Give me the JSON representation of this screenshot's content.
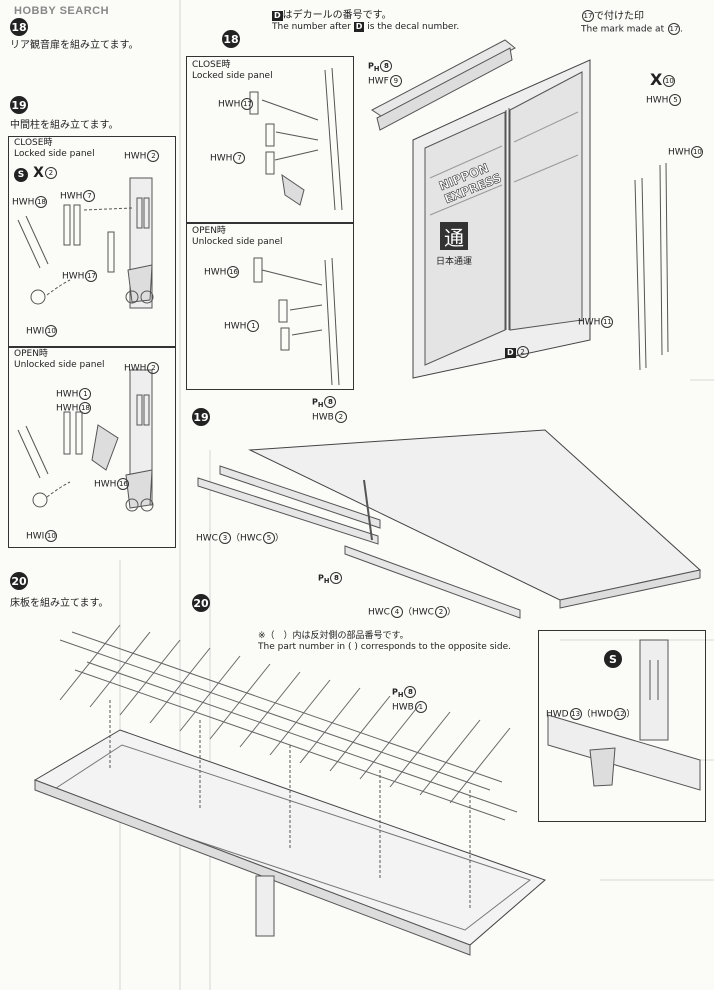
{
  "watermark": {
    "brand": "HOBBY SEARCH"
  },
  "header": {
    "decal_note_jp": "はデカールの番号です。",
    "decal_note_en": "The number after",
    "decal_note_en2": "is the decal number.",
    "decal_letter": "D",
    "mark_jp": "で付けた印",
    "mark_en": "The mark made at",
    "mark_num": "17"
  },
  "step18_left": {
    "num": "18",
    "title": "リア観音扉を組み立てます。"
  },
  "step19_left": {
    "num": "19",
    "title": "中間柱を組み立てます。",
    "close": {
      "label_jp": "CLOSE時",
      "label_en": "Locked side panel"
    },
    "open": {
      "label_jp": "OPEN時",
      "label_en": "Unlocked side panel"
    },
    "s_mark": "S",
    "x_mark": "X",
    "x_num": "2",
    "parts_close": [
      {
        "name": "HWH",
        "num": "2"
      },
      {
        "name": "HWH",
        "num": "7"
      },
      {
        "name": "HWH",
        "num": "18"
      },
      {
        "name": "HWH",
        "num": "17"
      },
      {
        "name": "HWI",
        "num": "10"
      }
    ],
    "parts_open": [
      {
        "name": "HWH",
        "num": "2"
      },
      {
        "name": "HWH",
        "num": "1"
      },
      {
        "name": "HWH",
        "num": "18"
      },
      {
        "name": "HWH",
        "num": "16"
      },
      {
        "name": "HWI",
        "num": "10"
      }
    ]
  },
  "step20_left": {
    "num": "20",
    "title": "床板を組み立てます。"
  },
  "step18_right": {
    "num": "18",
    "close": {
      "label_jp": "CLOSE時",
      "label_en": "Locked side panel",
      "parts": [
        {
          "name": "HWH",
          "num": "17"
        },
        {
          "name": "HWH",
          "num": "7"
        }
      ]
    },
    "open": {
      "label_jp": "OPEN時",
      "label_en": "Unlocked side panel",
      "parts": [
        {
          "name": "HWH",
          "num": "16"
        },
        {
          "name": "HWH",
          "num": "1"
        }
      ]
    },
    "hwf": {
      "runner": "8",
      "name": "HWF",
      "num": "9"
    },
    "x_mark": "X",
    "x_num": "10",
    "hwh5": {
      "name": "HWH",
      "num": "5"
    },
    "hwh10": {
      "name": "HWH",
      "num": "10"
    },
    "hwh11": {
      "name": "HWH",
      "num": "11"
    },
    "decal": {
      "letter": "D",
      "num": "2"
    },
    "panel_text": [
      "NIPPON",
      "EXPRESS"
    ],
    "panel_jp": "日本通運",
    "panel_logo": "通"
  },
  "step19_right": {
    "num": "19",
    "hwb2": {
      "runner": "8",
      "name": "HWB",
      "num": "2"
    },
    "hwc3": {
      "name": "HWC",
      "num": "3",
      "alt": "HWC",
      "alt_num": "5"
    },
    "hwc4": {
      "name": "HWC",
      "num": "4",
      "alt": "HWC",
      "alt_num": "2"
    },
    "runner_mid": "8"
  },
  "step20_right": {
    "num": "20",
    "note_jp": "※（　）内は反対側の部品番号です。",
    "note_en": "The part number in (   ) corresponds to the opposite side.",
    "hwb1": {
      "runner": "8",
      "name": "HWB",
      "num": "1"
    },
    "inset": {
      "s_mark": "S",
      "hwd": {
        "name": "HWD",
        "num": "13",
        "alt": "HWD",
        "alt_num": "12"
      }
    }
  },
  "runner_prefix": "P",
  "runner_sub": "H"
}
